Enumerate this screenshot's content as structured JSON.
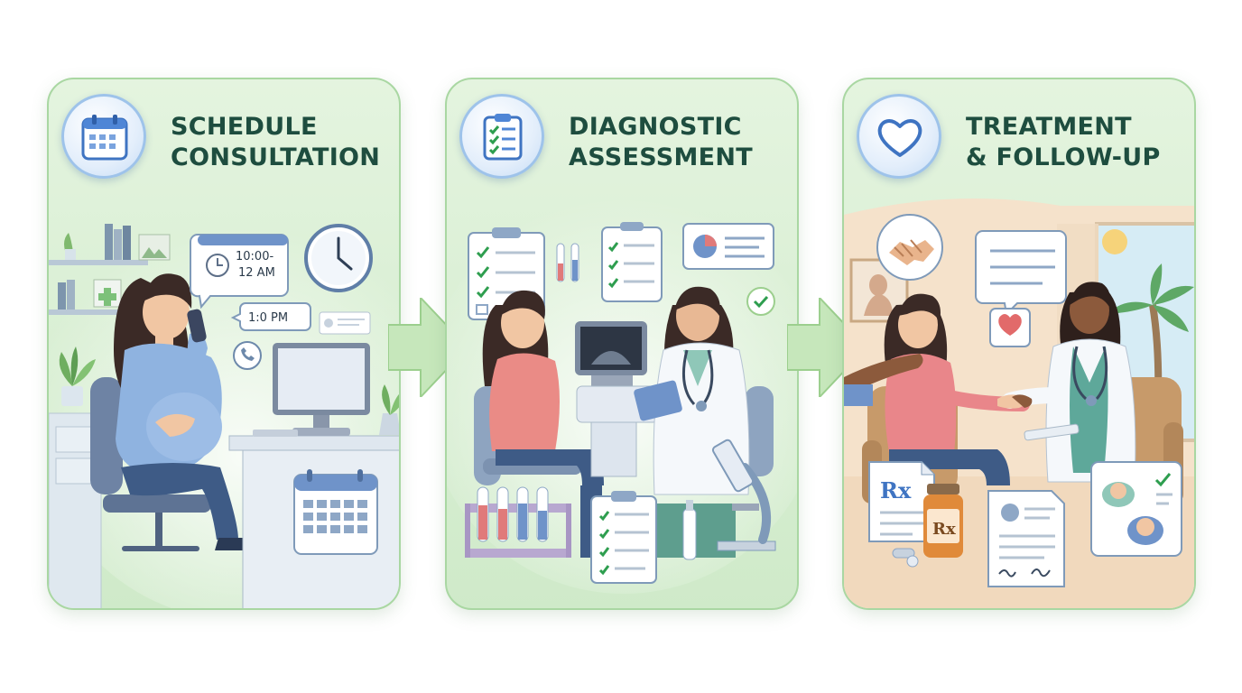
{
  "steps": [
    {
      "title": "SCHEDULE\nCONSULTATION",
      "badge_icon": "calendar-icon",
      "appointment_time_range": "10:00-\n12 AM",
      "appointment_time_alt": "1:0 PM"
    },
    {
      "title": "DIAGNOSTIC\nASSESSMENT",
      "badge_icon": "clipboard-checklist-icon"
    },
    {
      "title": "TREATMENT\n& FOLLOW-UP",
      "badge_icon": "heart-icon",
      "prescription_label": "Rx",
      "bottle_label": "Rx"
    }
  ],
  "colors": {
    "panel_green": "#d6eed0",
    "panel_border": "#a9d7a2",
    "title_text": "#1e4d3f",
    "badge_blue": "#4f86d6",
    "arrow_green": "#bfe5b3",
    "check_green": "#2e9e4f",
    "warm_room": "#f4dcc0"
  }
}
